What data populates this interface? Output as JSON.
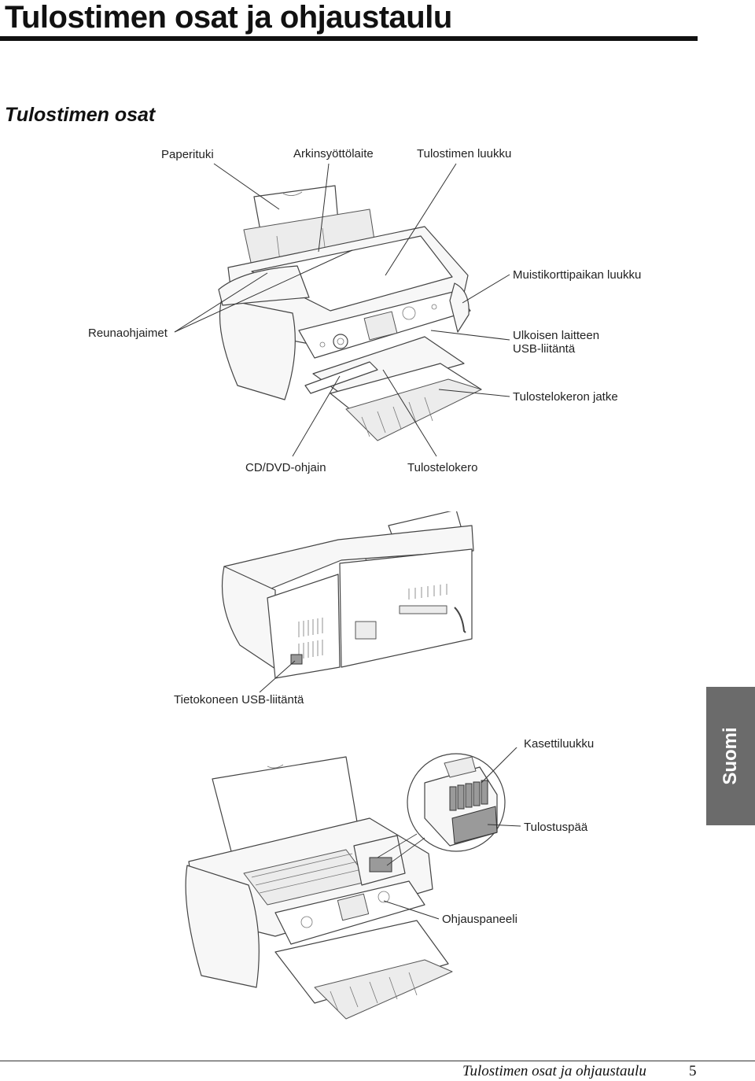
{
  "page": {
    "title": "Tulostimen osat ja ohjaustaulu",
    "section_title": "Tulostimen osat"
  },
  "labels": {
    "paper_support": "Paperituki",
    "sheet_feeder": "Arkinsyöttölaite",
    "printer_cover": "Tulostimen luukku",
    "memory_card_cover": "Muistikorttipaikan luukku",
    "edge_guides": "Reunaohjaimet",
    "external_usb_line1": "Ulkoisen laitteen",
    "external_usb_line2": "USB-liitäntä",
    "output_tray_extension": "Tulostelokeron jatke",
    "cd_dvd_guide": "CD/DVD-ohjain",
    "output_tray": "Tulostelokero",
    "computer_usb": "Tietokoneen USB-liitäntä",
    "cartridge_cover": "Kasettiluukku",
    "print_head": "Tulostuspää",
    "control_panel": "Ohjauspaneeli"
  },
  "side_tab": {
    "label": "Suomi"
  },
  "footer": {
    "text": "Tulostimen osat ja ohjaustaulu",
    "page_number": "5"
  }
}
